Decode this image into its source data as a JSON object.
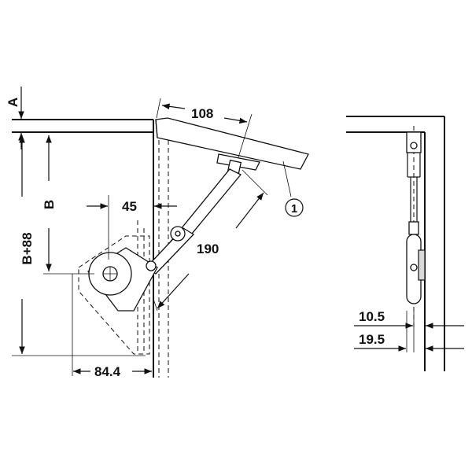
{
  "diagram": {
    "side_view": {
      "label_a": "A",
      "label_b": "B",
      "label_b88": "B+88",
      "dim_45": "45",
      "dim_108": "108",
      "dim_190": "190",
      "dim_84_4": "84.4",
      "callout_1": "1"
    },
    "front_view": {
      "dim_10_5": "10.5",
      "dim_19_5": "19.5"
    }
  }
}
